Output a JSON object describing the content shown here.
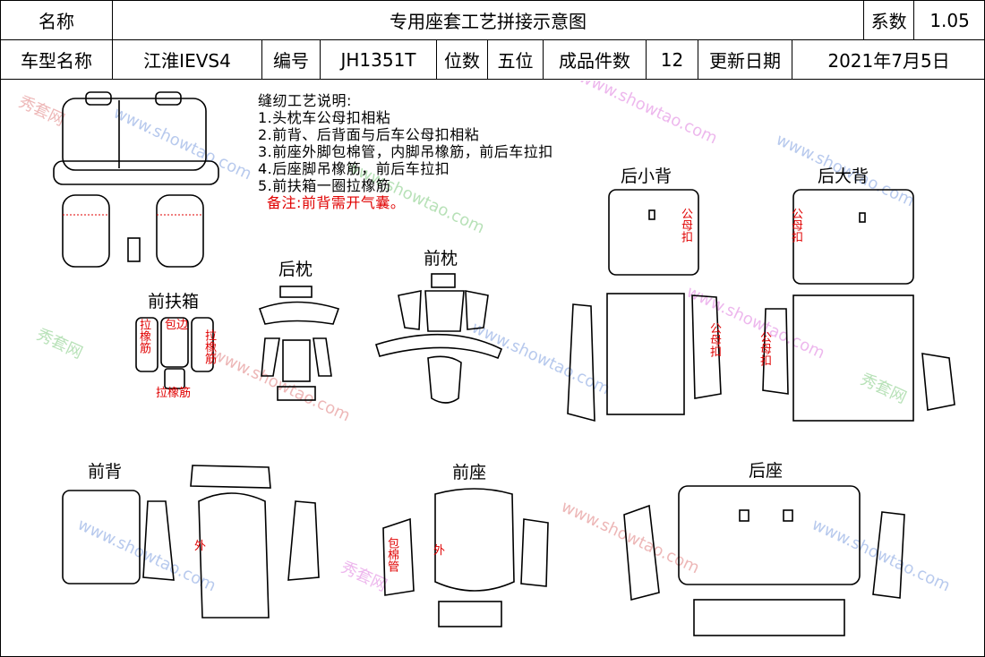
{
  "header": {
    "row1": {
      "name_label": "名称",
      "title": "专用座套工艺拼接示意图",
      "coef_label": "系数",
      "coef_value": "1.05"
    },
    "row2": {
      "model_label": "车型名称",
      "model_value": "江淮IEVS4",
      "code_label": "编号",
      "code_value": "JH1351T",
      "seats_label": "位数",
      "seats_value": "五位",
      "pieces_label": "成品件数",
      "pieces_value": "12",
      "date_label": "更新日期",
      "date_value": "2021年7月5日"
    }
  },
  "notes": {
    "title": "缝纫工艺说明:",
    "items": [
      "1.头枕车公母扣相粘",
      "2.前背、后背面与后车公母扣相粘",
      "3.前座外脚包棉管，内脚吊橡筋，前后车拉扣",
      "4.后座脚吊橡筋，前后车拉扣",
      "5.前扶箱一圈拉橡筋"
    ],
    "remark": "备注:前背需开气囊。"
  },
  "parts": {
    "rear_small_back": "后小背",
    "rear_big_back": "后大背",
    "rear_headrest": "后枕",
    "front_headrest": "前枕",
    "front_armrest": "前扶箱",
    "front_back": "前背",
    "front_seat": "前座",
    "rear_seat": "后座"
  },
  "annotations": {
    "male_female_snap": "公母扣",
    "pull_elastic": "拉橡筋",
    "wrap": "包边",
    "outer": "外",
    "cotton_tube": "包棉管"
  },
  "watermark": {
    "text1": "秀套网",
    "text2": "www.showtao.com"
  }
}
